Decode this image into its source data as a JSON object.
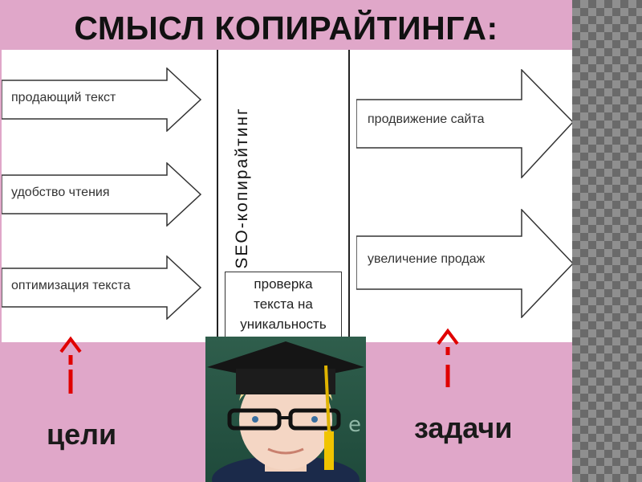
{
  "slide": {
    "title": "СМЫСЛ КОПИРАЙТИНГА:",
    "left_arrows": [
      "продающий текст",
      "удобство чтения",
      "оптимизация текста"
    ],
    "center_label": "SEO-копирайтинг",
    "center_box": [
      "проверка",
      "текста на",
      "уникальность"
    ],
    "right_arrows": [
      "продвижение сайта",
      "увеличение продаж"
    ],
    "left_caption": "цели",
    "right_caption": "задачи"
  },
  "colors": {
    "background": "#e0a7c9",
    "accent_arrow": "#e00000"
  },
  "icons": [
    "up-arrow-icon",
    "photo-graduate-boy"
  ]
}
